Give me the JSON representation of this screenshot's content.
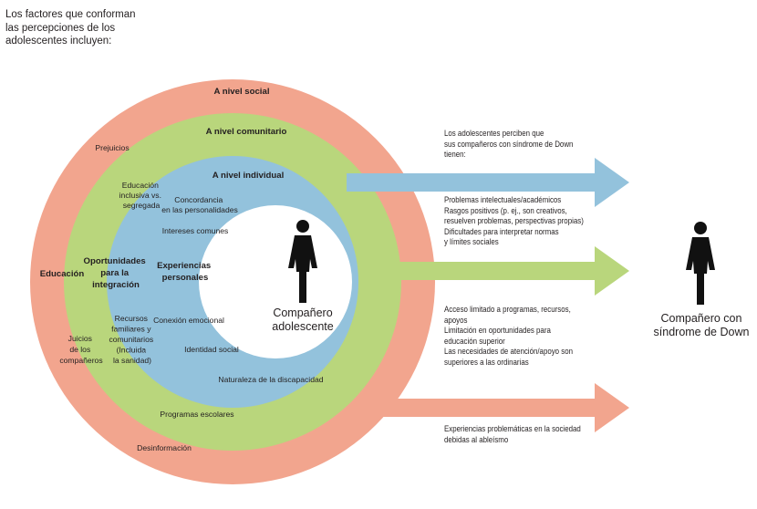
{
  "intro": "Los factores que conforman las percepciones de los adolescentes incluyen:",
  "rings": {
    "social": {
      "title": "A nivel social",
      "labels": [
        "Prejuicios",
        "Educación",
        "Juicios de los compañeros",
        "Desinformación"
      ]
    },
    "community": {
      "title": "A nivel comunitario",
      "labels": [
        "Educación inclusiva vs. segregada",
        "Oportunidades para la integración",
        "Recursos familiares y comunitarios (Incluida la sanidad)",
        "Programas escolares"
      ]
    },
    "individual": {
      "title": "A nivel individual",
      "labels": [
        "Concordancia en las personalidades",
        "Intereses comunes",
        "Experiencias personales",
        "Conexión emocional",
        "Identidad social",
        "Naturaleza de la discapacidad"
      ]
    }
  },
  "center_person": {
    "icon": "person-icon",
    "caption": [
      "Compañero",
      "adolescente"
    ]
  },
  "arrows": {
    "intro": [
      "Los adolescentes perciben que",
      "sus compañeros con síndrome de Down",
      "tienen:"
    ],
    "blue_items": [
      "Problemas intelectuales/académicos",
      "Rasgos positivos (p. ej., son creativos,",
      "resuelven problemas, perspectivas propias)",
      "Dificultades para interpretar normas",
      "y límites sociales"
    ],
    "green_items": [
      "Acceso limitado a programas, recursos,",
      "apoyos",
      "Limitación en oportunidades para",
      "educación superior",
      "Las necesidades de atención/apoyo son",
      "superiores a las ordinarias"
    ],
    "salmon_items": [
      "Experiencias problemáticas en la sociedad",
      "debidas al ableísmo"
    ]
  },
  "peer_person": {
    "icon": "person-icon",
    "caption": [
      "Compañero con",
      "síndrome de Down"
    ]
  },
  "colors": {
    "social": "#f2a58e",
    "community": "#b9d67c",
    "individual": "#93c2dc",
    "center": "#ffffff",
    "text": "#231f20"
  }
}
